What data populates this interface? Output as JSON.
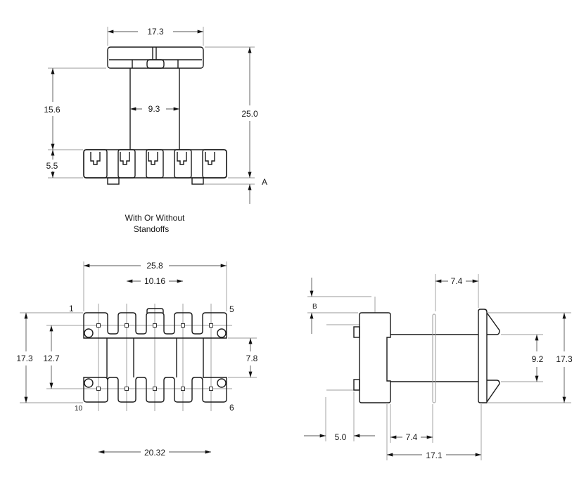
{
  "top_view": {
    "dim_width": "17.3",
    "dim_height": "25.0",
    "dim_post_spacing": "9.3",
    "dim_post_height": "15.6",
    "dim_base_height": "5.5",
    "ref_a": "A",
    "note_line1": "With Or Without",
    "note_line2": "Standoffs"
  },
  "plan_view": {
    "dim_overall_width": "25.8",
    "dim_pin_span_top": "10.16",
    "dim_pin_span_bottom": "20.32",
    "dim_overall_depth": "17.3",
    "dim_row_spacing": "12.7",
    "dim_gap": "7.8",
    "pin_1": "1",
    "pin_5": "5",
    "pin_10": "10",
    "pin_6": "6"
  },
  "side_view": {
    "dim_flange_top": "7.4",
    "dim_window": "9.2",
    "dim_height": "17.3",
    "ref_b": "B",
    "dim_pin_length": "5.0",
    "dim_flange_bottom": "7.4",
    "dim_overall_length": "17.1"
  }
}
